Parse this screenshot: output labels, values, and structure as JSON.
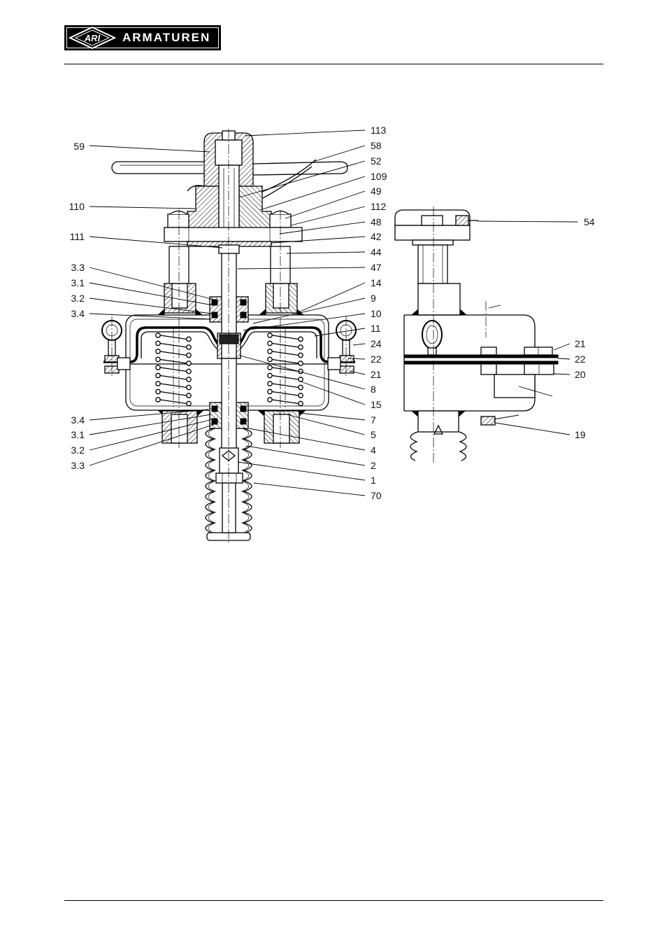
{
  "header": {
    "logo_mark": "ARI",
    "logo_text": "ARMATUREN"
  },
  "main_view": {
    "left_labels": [
      "59",
      "110",
      "111",
      "3.3",
      "3.1",
      "3.2",
      "3.4",
      "3.4",
      "3.1",
      "3.2",
      "3.3"
    ],
    "right_labels": [
      "113",
      "58",
      "52",
      "109",
      "49",
      "112",
      "48",
      "42",
      "44",
      "47",
      "14",
      "9",
      "10",
      "11",
      "24",
      "22",
      "21",
      "8",
      "15",
      "7",
      "5",
      "4",
      "2",
      "1",
      "70"
    ]
  },
  "side_view": {
    "labels": [
      "54",
      "21",
      "22",
      "20",
      "19"
    ]
  }
}
